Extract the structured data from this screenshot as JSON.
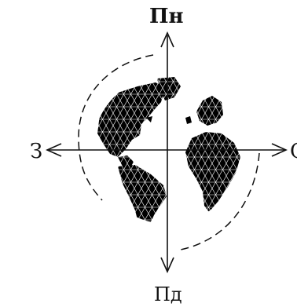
{
  "compass": {
    "north": "Пн",
    "south": "Пд",
    "west": "З",
    "east": "С"
  },
  "colors": {
    "ink": "#111111",
    "land": "#000000",
    "background": "#ffffff"
  }
}
